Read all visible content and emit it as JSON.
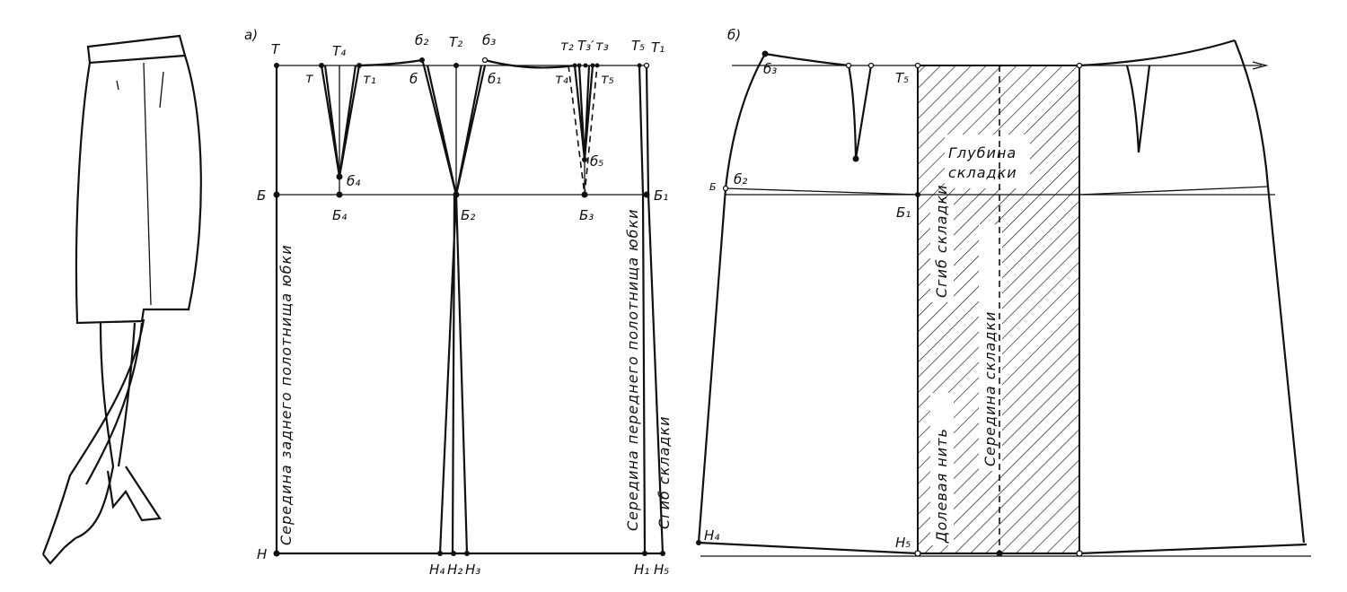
{
  "panel_a": {
    "title": "а)",
    "labels": {
      "T": "Т",
      "T4": "Т₄",
      "b2_top": "б₂",
      "T2": "Т₂",
      "b3_top": "б₃",
      "t2": "т₂",
      "T3p": "Т₃′",
      "t3": "т₃",
      "T5": "Т₅",
      "T1": "Т₁",
      "t": "т",
      "t1": "т₁",
      "b": "б",
      "b1_top": "б₁",
      "t4": "т₄",
      "t5": "т₅",
      "b4_apex": "б₄",
      "b5": "б₅",
      "B": "Б",
      "B4": "Б₄",
      "B2": "Б₂",
      "B3": "Б₃",
      "B1": "Б₁",
      "H": "Н",
      "H4": "Н₄",
      "H2": "Н₂",
      "H3": "Н₃",
      "H1": "Н₁",
      "H5": "Н₅"
    },
    "vertical_texts": {
      "back_center": "Середина заднего полотнища юбки",
      "front_center": "Середина переднего полотнища юбки",
      "pleat_fold": "Сгиб складки"
    }
  },
  "panel_b": {
    "title": "б)",
    "labels": {
      "b3": "б₃",
      "T5": "Т₅",
      "b2": "б₂",
      "B1": "Б₁",
      "H4": "Н₄",
      "H5": "Н₅",
      "B": "Б"
    },
    "texts": {
      "pleat_depth_1": "Глубина",
      "pleat_depth_2": "складки",
      "pleat_fold": "Сгиб складки",
      "grain_line": "Долевая нить",
      "pleat_middle": "Середина складки"
    }
  }
}
